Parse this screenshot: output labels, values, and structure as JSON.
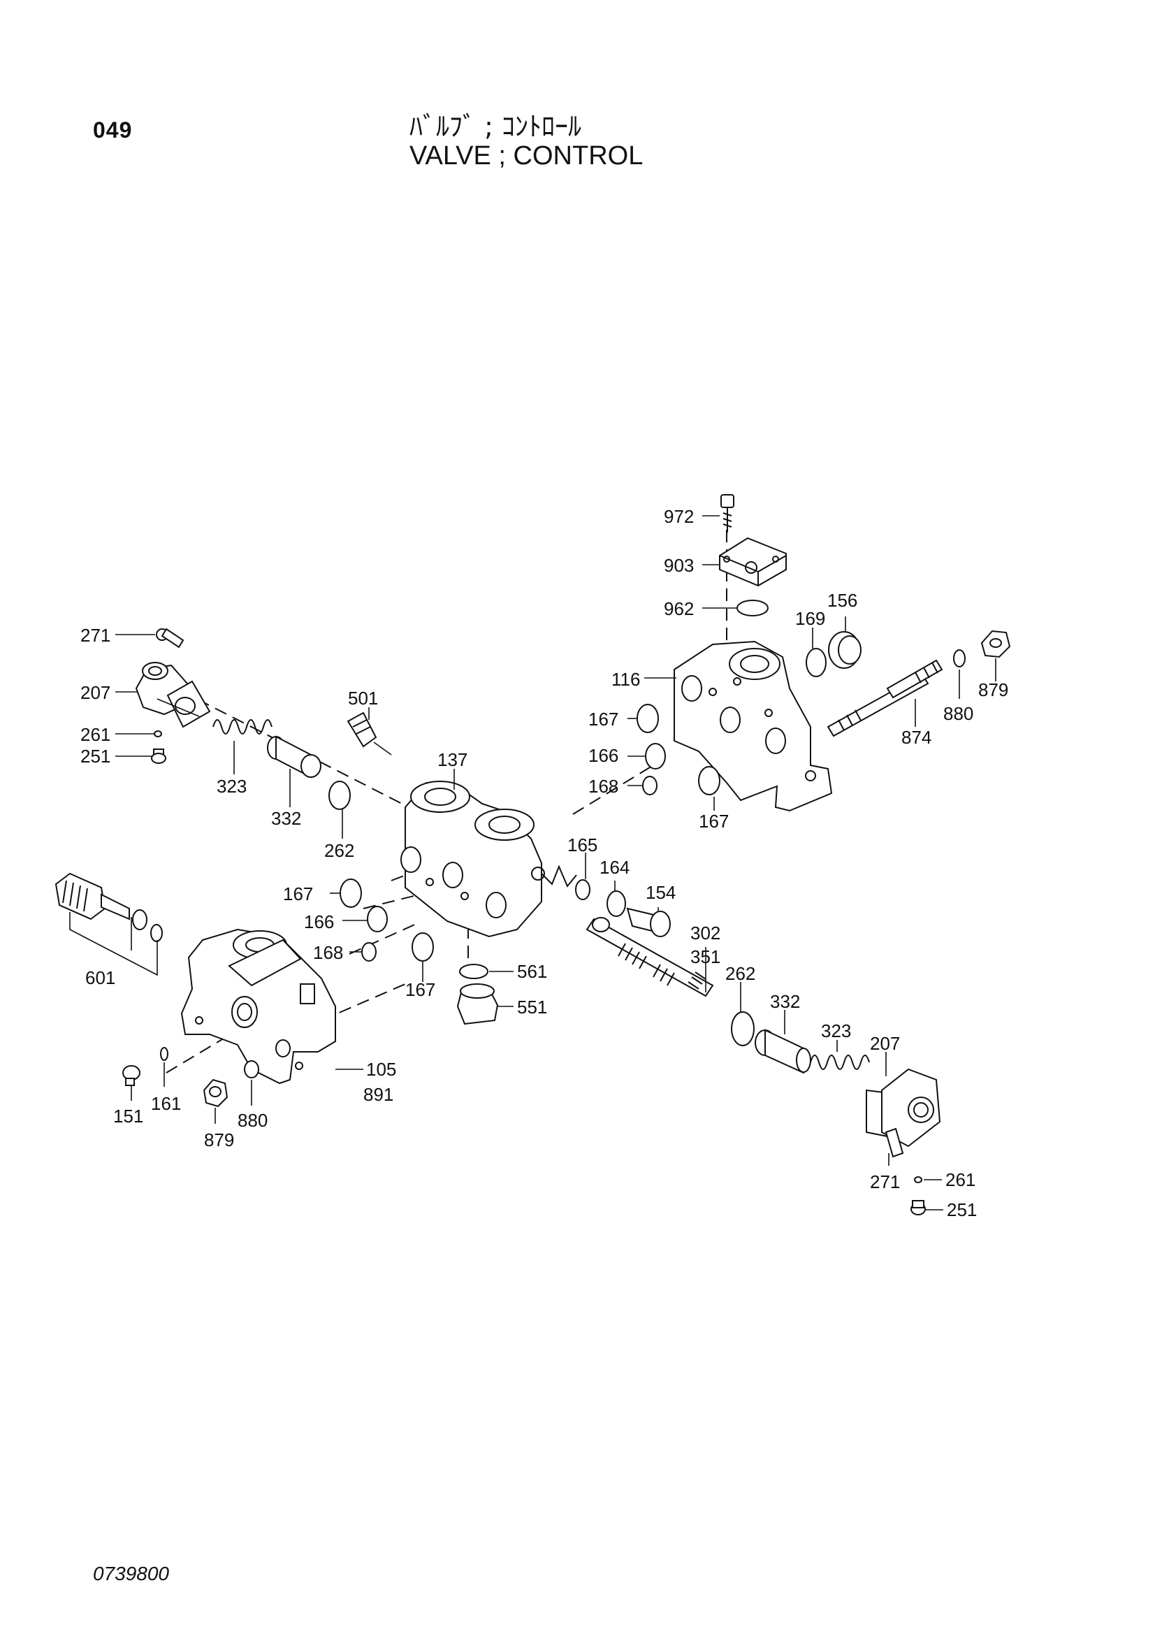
{
  "page": {
    "code": "049",
    "title_jp": "ﾊﾞﾙﾌﾞ ; ｺﾝﾄﾛｰﾙ",
    "title_en": "VALVE ; CONTROL",
    "drawing_number": "0739800"
  },
  "part_labels": {
    "p972": "972",
    "p903": "903",
    "p962": "962",
    "p156": "156",
    "p169": "169",
    "p116": "116",
    "p879a": "879",
    "p880a": "880",
    "p874": "874",
    "p167a": "167",
    "p166a": "166",
    "p168a": "168",
    "p167b": "167",
    "p271a": "271",
    "p207a": "207",
    "p261a": "261",
    "p251a": "251",
    "p323a": "323",
    "p332a": "332",
    "p262a": "262",
    "p501": "501",
    "p137": "137",
    "p165": "165",
    "p164": "164",
    "p154": "154",
    "p167c": "167",
    "p166b": "166",
    "p168b": "168",
    "p167d": "167",
    "p302": "302",
    "p351": "351",
    "p262b": "262",
    "p332b": "332",
    "p323b": "323",
    "p207b": "207",
    "p561": "561",
    "p551": "551",
    "p601": "601",
    "p105": "105",
    "p891": "891",
    "p151": "151",
    "p161": "161",
    "p880b": "880",
    "p879b": "879",
    "p271b": "271",
    "p261b": "261",
    "p251b": "251"
  }
}
